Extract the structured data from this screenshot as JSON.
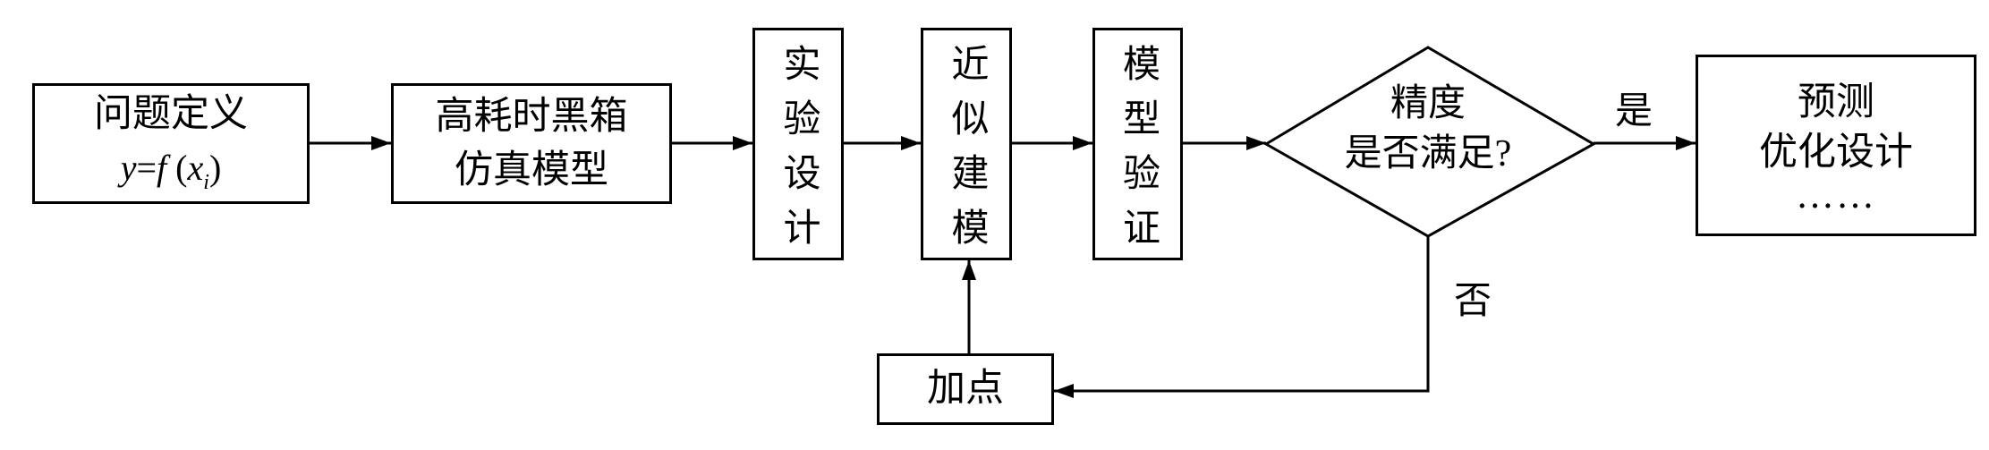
{
  "diagram": {
    "nodes": {
      "problem": {
        "title": "问题定义",
        "formula": {
          "y": "y",
          "eq": "=",
          "f": "f",
          "lparen": "(",
          "x": "x",
          "sub": "i",
          "rparen": ")"
        }
      },
      "simulation": {
        "line1": "高耗时黑箱",
        "line2": "仿真模型"
      },
      "doe": {
        "label": "实验设计"
      },
      "approx": {
        "label": "近似建模"
      },
      "validation": {
        "label": "模型验证"
      },
      "decision": {
        "line1": "精度",
        "line2": "是否满足?"
      },
      "output": {
        "line1": "预测",
        "line2": "优化设计",
        "line3": "……"
      },
      "add_points": {
        "label": "加点"
      }
    },
    "edges": {
      "yes_label": "是",
      "no_label": "否"
    }
  },
  "colors": {
    "stroke": "#000000",
    "background": "#ffffff"
  }
}
